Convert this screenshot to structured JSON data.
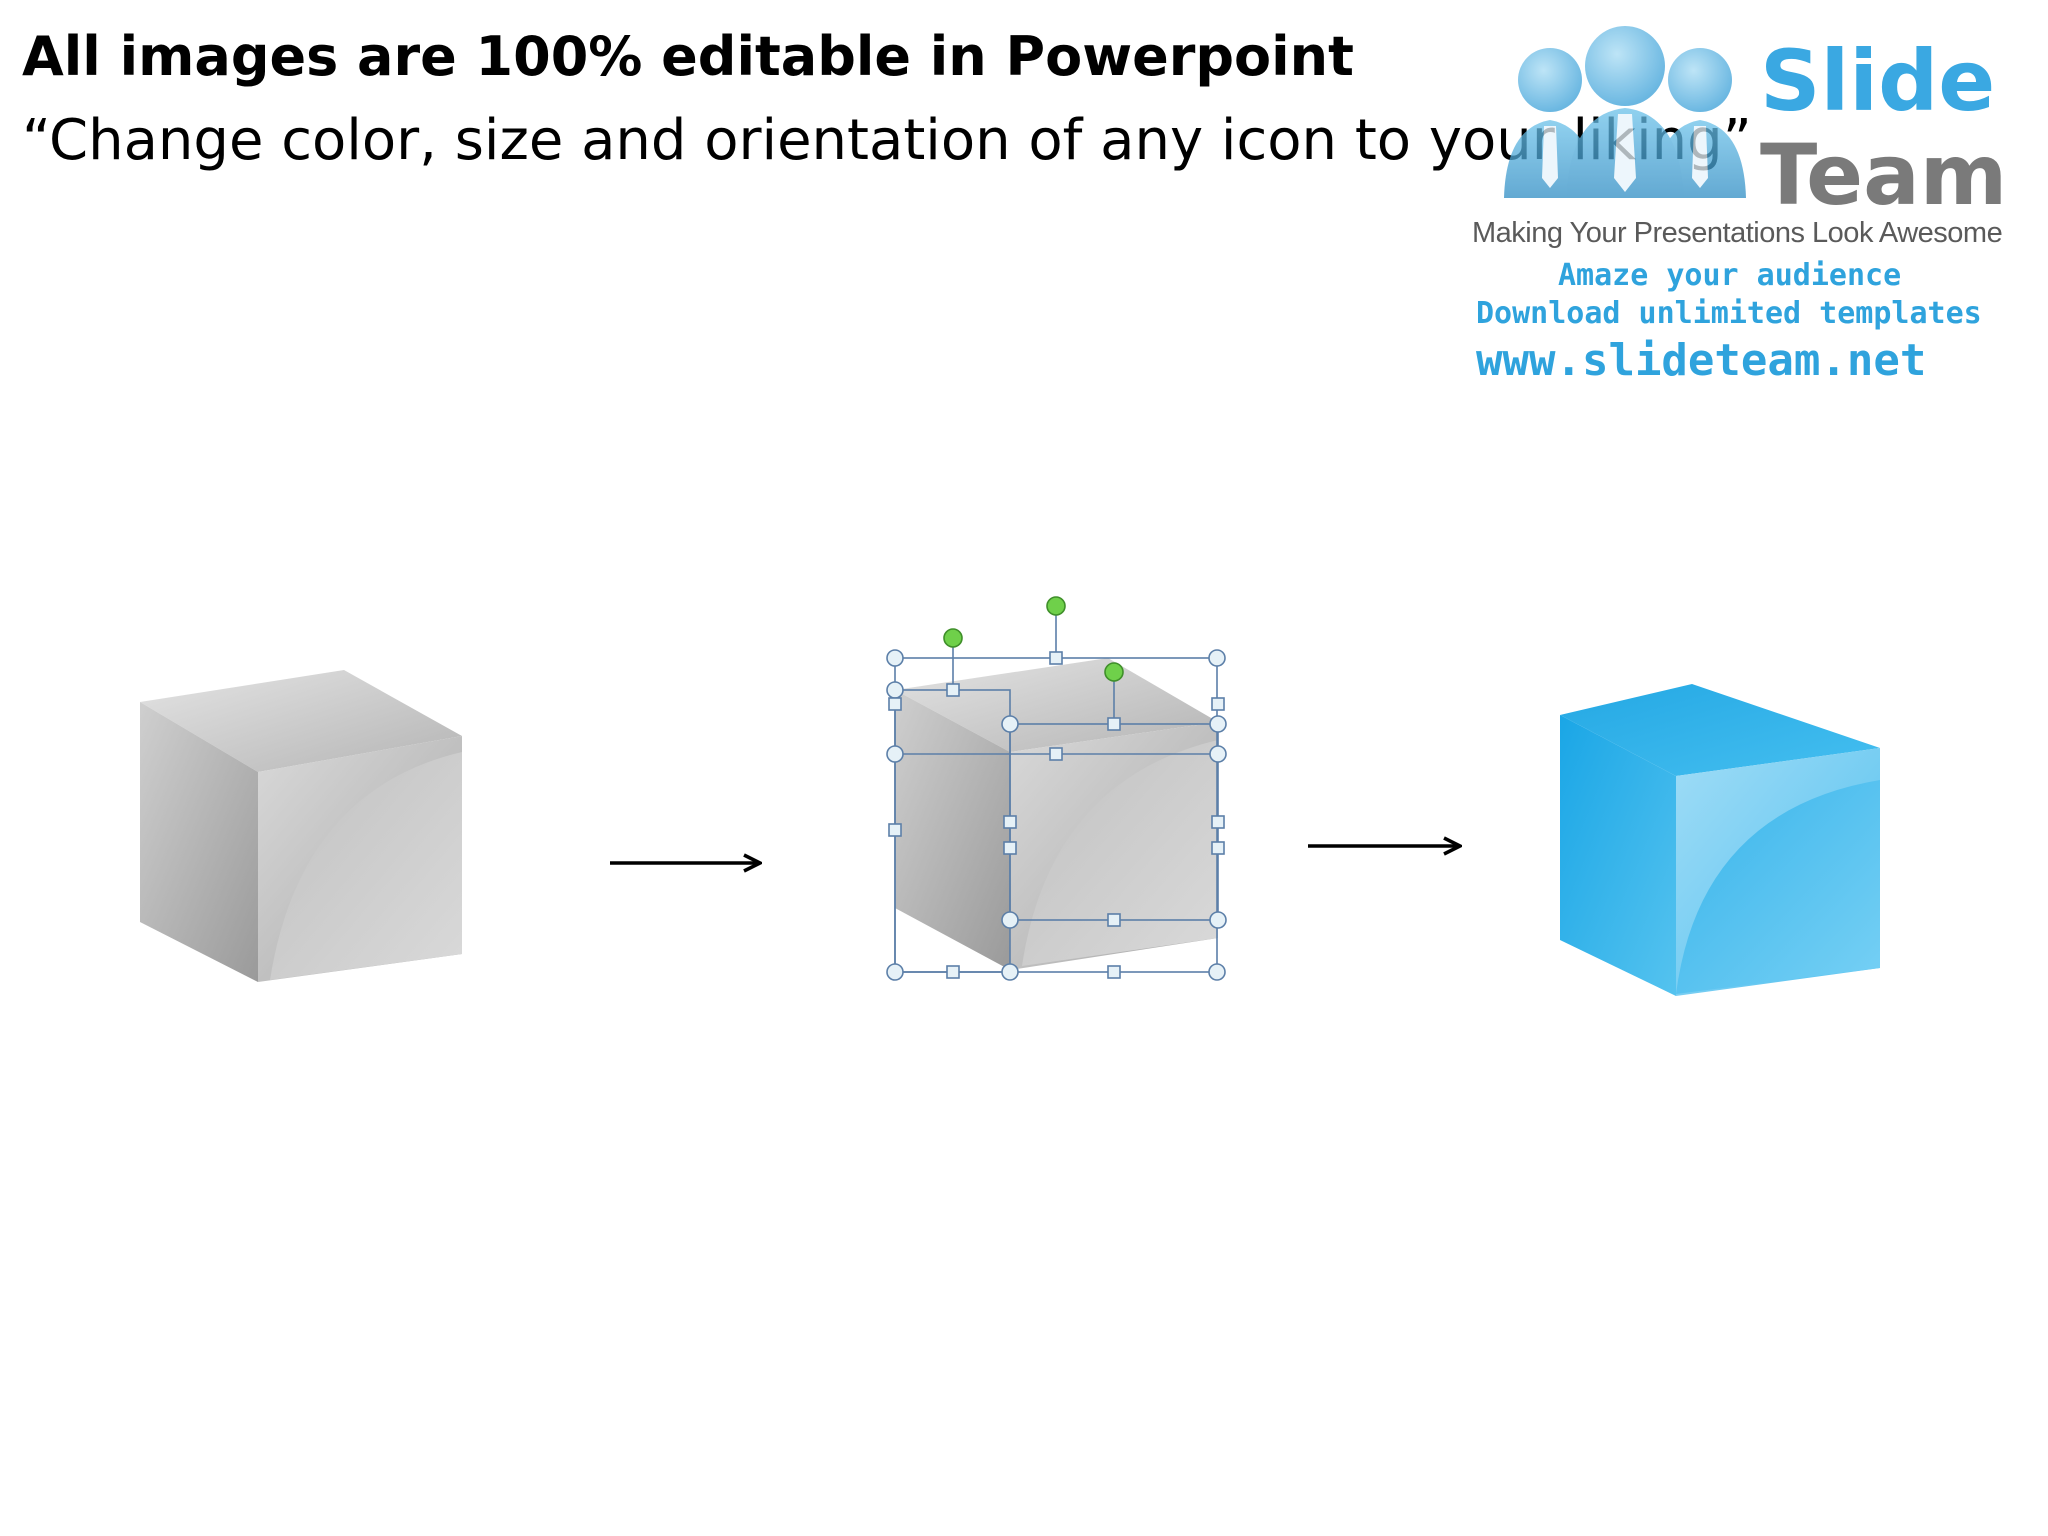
{
  "slide": {
    "title": "All images are 100% editable in Powerpoint",
    "subtitle": "“Change color, size and orientation of any icon to your liking”"
  },
  "logo": {
    "brand_top": "Slide",
    "brand_bottom": "Team",
    "tagline": "Making Your Presentations Look Awesome",
    "line1": "Amaze your audience",
    "line2": "Download unlimited templates",
    "url": "www.slideteam.net",
    "people_icon": "people-group-icon"
  },
  "diagram": {
    "steps": [
      {
        "name": "gray-cube",
        "color": "#c8c8c8"
      },
      {
        "name": "selected-cube-with-handles",
        "color": "#c8c8c8"
      },
      {
        "name": "blue-cube",
        "color": "#3bb6ea"
      }
    ],
    "arrow_icon": "right-arrow-icon",
    "handle_color": "#6fd04a",
    "selection_color": "#5c7fa8"
  }
}
